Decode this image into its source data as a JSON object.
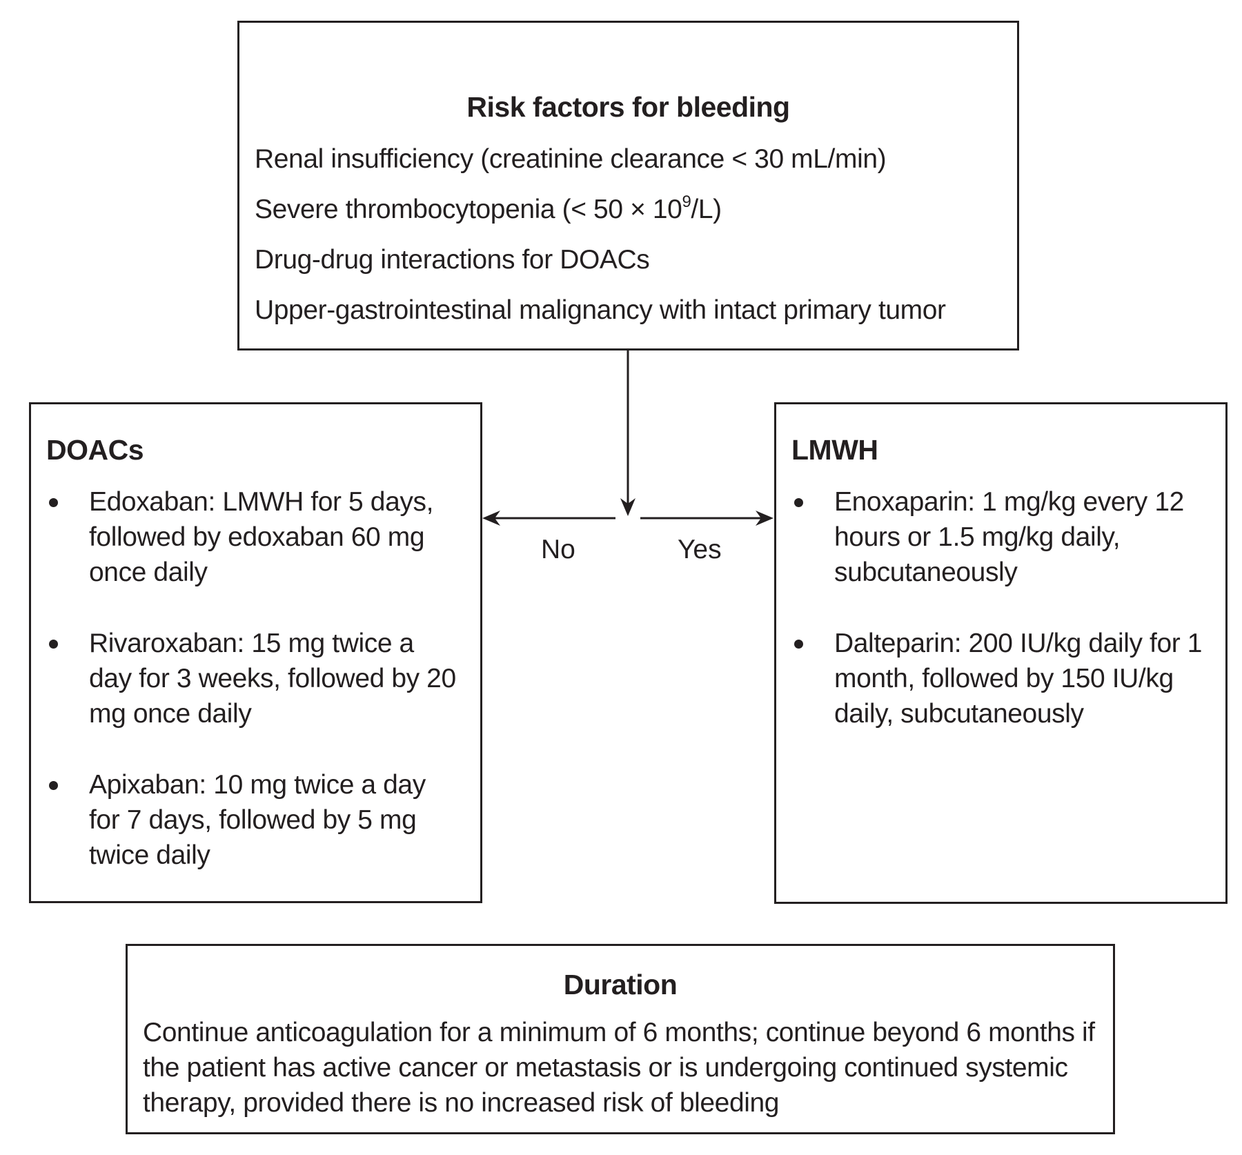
{
  "risk_factors": {
    "title": "Risk factors for bleeding",
    "items": [
      {
        "text": "Renal insufficiency (creatinine clearance < 30 mL/min)"
      },
      {
        "text_before": "Severe thrombocytopenia (< 50 × 10",
        "sup": "9",
        "text_after": "/L)"
      },
      {
        "text": "Drug-drug interactions for DOACs"
      },
      {
        "text": "Upper-gastrointestinal malignancy with intact primary tumor"
      }
    ]
  },
  "branch_labels": {
    "no": "No",
    "yes": "Yes"
  },
  "doacs": {
    "title": "DOACs",
    "items": [
      "Edoxaban: LMWH for 5 days, followed by edoxaban 60 mg once daily",
      "Rivaroxaban: 15 mg twice a day for 3 weeks, followed by 20 mg once daily",
      "Apixaban: 10 mg twice a day for 7 days, followed by 5 mg twice daily"
    ]
  },
  "lmwh": {
    "title": "LMWH",
    "items": [
      "Enoxaparin: 1 mg/kg every 12 hours or 1.5 mg/kg daily, subcutaneously",
      "Dalteparin: 200 IU/kg daily for 1 month, followed by 150 IU/kg daily, subcutaneously"
    ]
  },
  "duration": {
    "title": "Duration",
    "text": "Continue anticoagulation for a minimum of 6 months; continue beyond 6 months if the patient has active cancer or metastasis or is undergoing continued systemic therapy, provided there is no increased risk of bleeding"
  },
  "colors": {
    "ink": "#231f20",
    "background": "#ffffff"
  }
}
